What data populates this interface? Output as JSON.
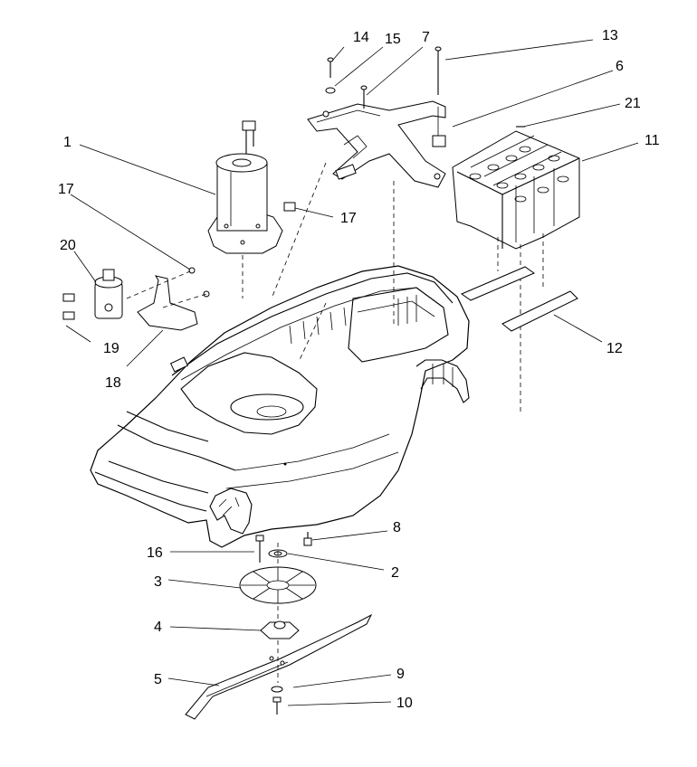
{
  "callouts": [
    {
      "id": "c14",
      "text": "14"
    },
    {
      "id": "c15",
      "text": "15"
    },
    {
      "id": "c7",
      "text": "7"
    },
    {
      "id": "c13",
      "text": "13"
    },
    {
      "id": "c6",
      "text": "6"
    },
    {
      "id": "c21",
      "text": "21"
    },
    {
      "id": "c11",
      "text": "11"
    },
    {
      "id": "c1",
      "text": "1"
    },
    {
      "id": "c17a",
      "text": "17"
    },
    {
      "id": "c17b",
      "text": "17"
    },
    {
      "id": "c20",
      "text": "20"
    },
    {
      "id": "c19",
      "text": "19"
    },
    {
      "id": "c18",
      "text": "18"
    },
    {
      "id": "c12",
      "text": "12"
    },
    {
      "id": "c8",
      "text": "8"
    },
    {
      "id": "c16",
      "text": "16"
    },
    {
      "id": "c2",
      "text": "2"
    },
    {
      "id": "c3",
      "text": "3"
    },
    {
      "id": "c4",
      "text": "4"
    },
    {
      "id": "c5",
      "text": "5"
    },
    {
      "id": "c9",
      "text": "9"
    },
    {
      "id": "c10",
      "text": "10"
    }
  ]
}
